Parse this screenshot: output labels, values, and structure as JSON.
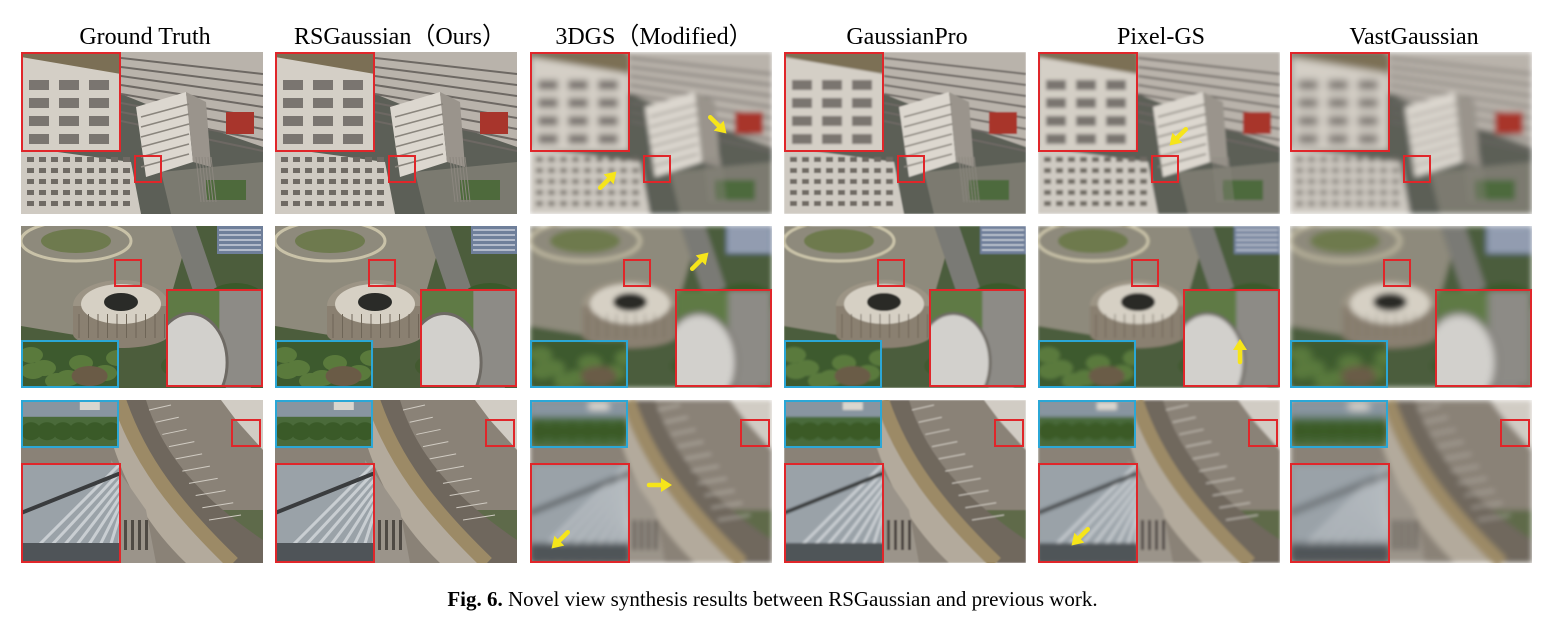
{
  "columns": [
    {
      "label": "Ground Truth",
      "arrows": {
        "row1": [],
        "row2": [],
        "row3": []
      }
    },
    {
      "label": "RSGaussian（Ours）",
      "arrows": {
        "row1": [],
        "row2": [],
        "row3": []
      }
    },
    {
      "label": "3DGS（Modified）",
      "arrows": {
        "row1": [
          "down-right",
          "up-right"
        ],
        "row2": [
          "up-right"
        ],
        "row3": [
          "right",
          "down-left"
        ]
      }
    },
    {
      "label": "GaussianPro",
      "arrows": {
        "row1": [],
        "row2": [],
        "row3": []
      }
    },
    {
      "label": "Pixel-GS",
      "arrows": {
        "row1": [
          "down-left"
        ],
        "row2": [
          "up"
        ],
        "row3": [
          "down-left"
        ]
      }
    },
    {
      "label": "VastGaussian",
      "arrows": {
        "row1": [],
        "row2": [],
        "row3": []
      }
    }
  ],
  "rows": [
    "building-facade",
    "circular-rooftop",
    "curved-terrace"
  ],
  "colors": {
    "zoom_red": "#e0262a",
    "zoom_blue": "#2ba7d6",
    "arrow_yellow": "#f6e51a"
  },
  "caption": {
    "label": "Fig. 6.",
    "text": " Novel view synthesis results between RSGaussian and previous work."
  }
}
